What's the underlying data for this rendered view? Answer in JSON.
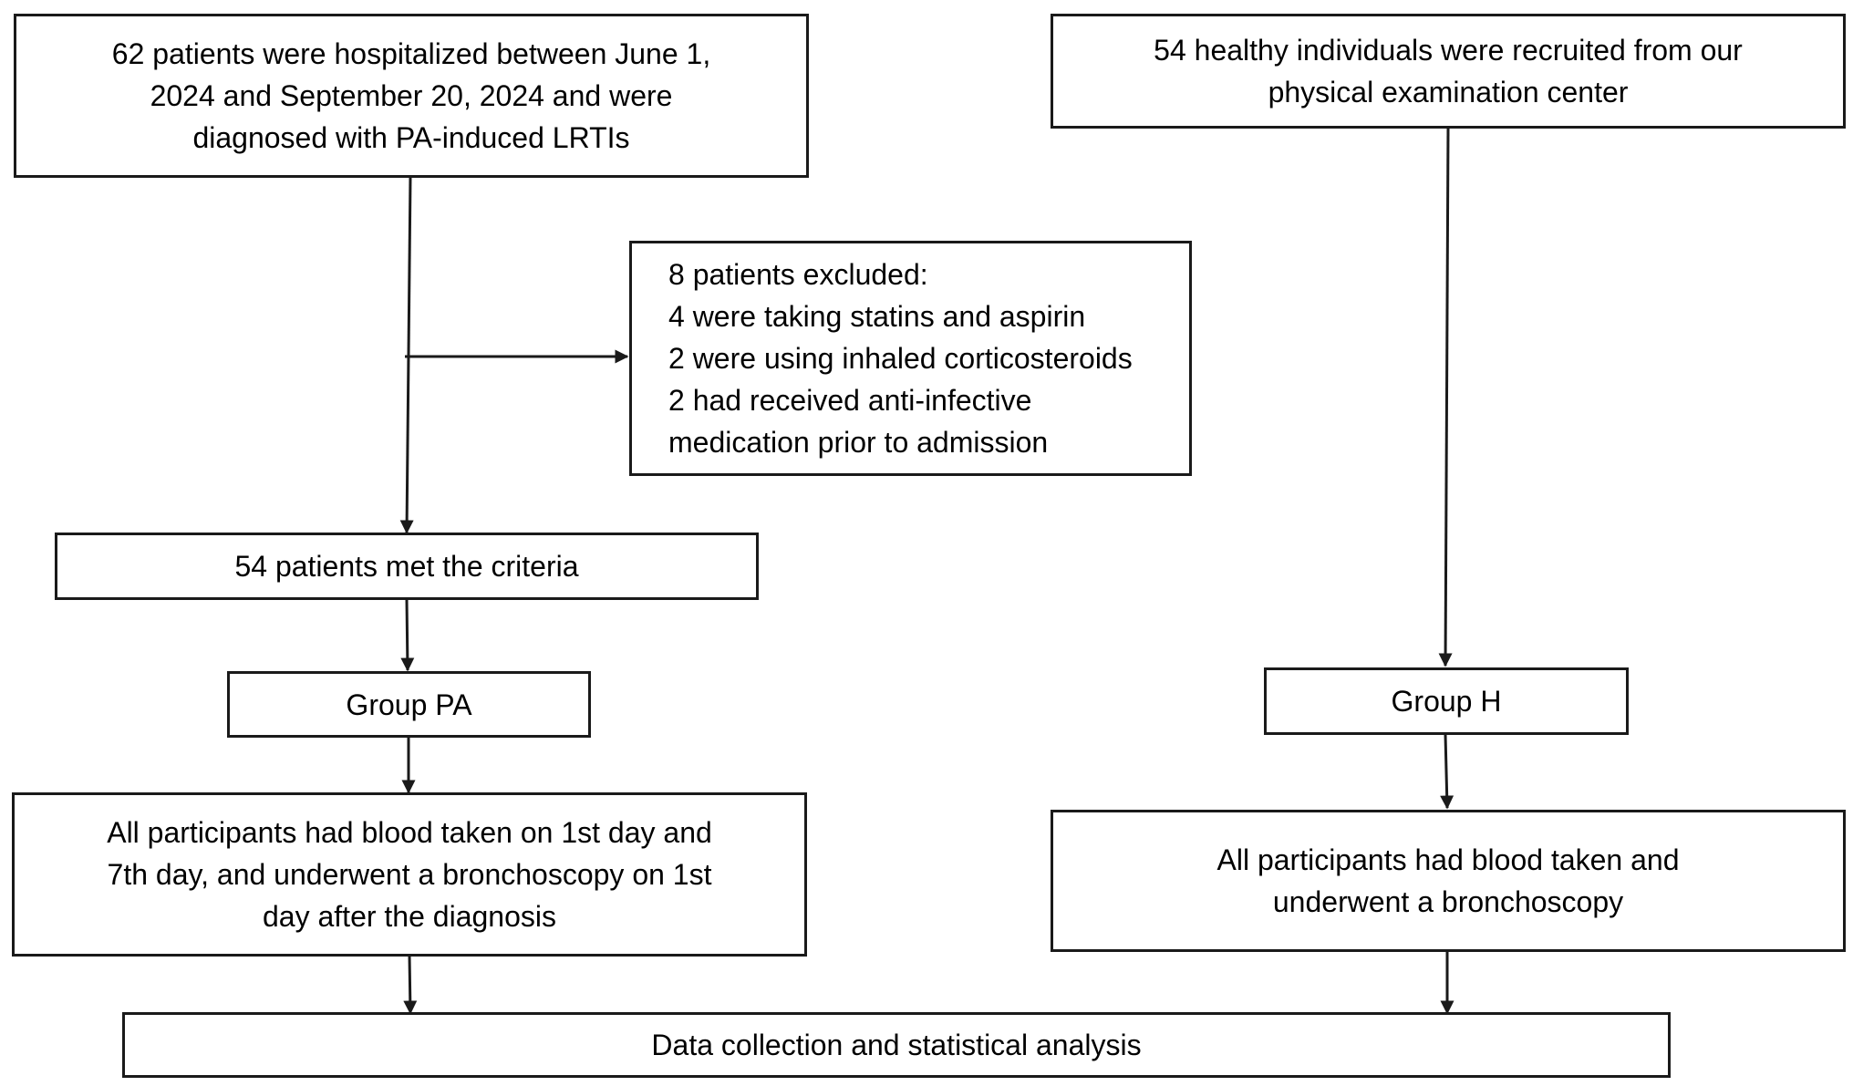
{
  "boxes": {
    "hospitalized": {
      "lines": [
        "62 patients were hospitalized between June 1,",
        "2024 and September 20, 2024 and were",
        "diagnosed with PA-induced LRTIs"
      ]
    },
    "healthy": {
      "lines": [
        "54 healthy individuals were recruited from our",
        "physical examination center"
      ]
    },
    "excluded": {
      "lines": [
        "8 patients excluded:",
        "4 were taking statins and aspirin",
        "2 were using inhaled corticosteroids",
        "2 had received anti-infective",
        "medication prior to admission"
      ]
    },
    "met_criteria": {
      "lines": [
        "54 patients met the criteria"
      ]
    },
    "group_pa": {
      "lines": [
        "Group PA"
      ]
    },
    "group_h": {
      "lines": [
        "Group H"
      ]
    },
    "pa_procedure": {
      "lines": [
        "All participants had blood taken on 1st day and",
        "7th day, and underwent a bronchoscopy on 1st",
        "day after the diagnosis"
      ]
    },
    "h_procedure": {
      "lines": [
        "All participants had blood taken and",
        "underwent a bronchoscopy"
      ]
    },
    "analysis": {
      "lines": [
        "Data collection and statistical analysis"
      ]
    }
  },
  "colors": {
    "stroke": "#1a1a1a",
    "background": "#ffffff"
  }
}
